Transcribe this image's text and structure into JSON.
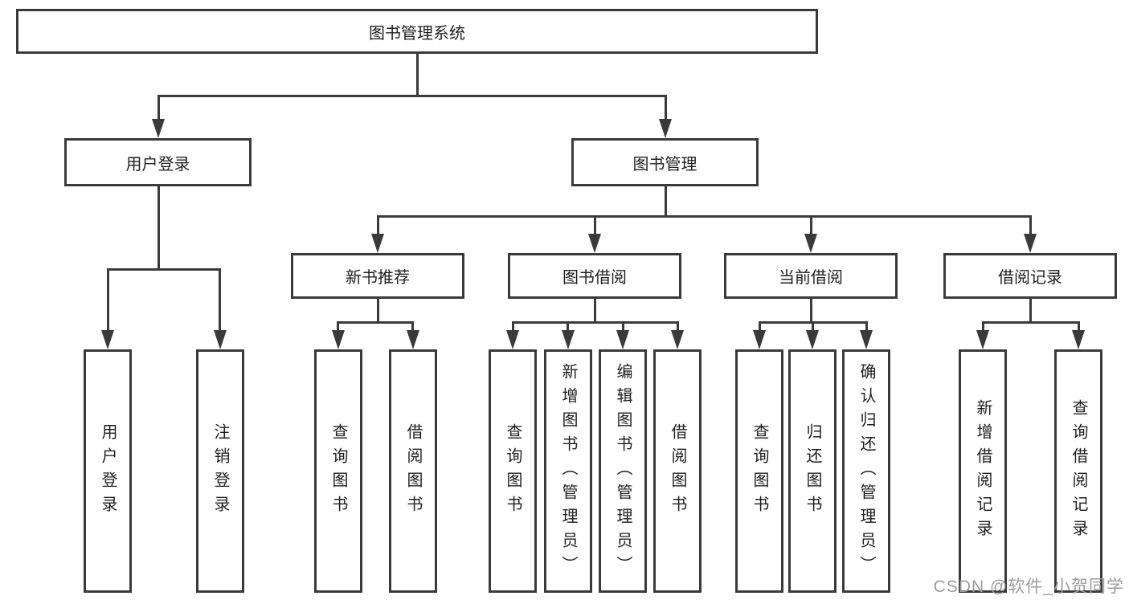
{
  "diagram": {
    "watermark": "CSDN @软件_小贺同学",
    "colors": {
      "line": "#3a3a3a",
      "text": "#1f1f1f",
      "watermark": "#9c9c9c",
      "background": "#ffffff"
    },
    "tree": {
      "label": "图书管理系统",
      "children": [
        {
          "label": "用户登录",
          "children": [
            {
              "label": "用户登录"
            },
            {
              "label": "注销登录"
            }
          ]
        },
        {
          "label": "图书管理",
          "children": [
            {
              "label": "新书推荐",
              "children": [
                {
                  "label": "查询图书"
                },
                {
                  "label": "借阅图书"
                }
              ]
            },
            {
              "label": "图书借阅",
              "children": [
                {
                  "label": "查询图书"
                },
                {
                  "label": "新增图书（管理员）"
                },
                {
                  "label": "编辑图书（管理员）"
                },
                {
                  "label": "借阅图书"
                }
              ]
            },
            {
              "label": "当前借阅",
              "children": [
                {
                  "label": "查询图书"
                },
                {
                  "label": "归还图书"
                },
                {
                  "label": "确认归还（管理员）"
                }
              ]
            },
            {
              "label": "借阅记录",
              "children": [
                {
                  "label": "新增借阅记录"
                },
                {
                  "label": "查询借阅记录"
                }
              ]
            }
          ]
        }
      ]
    }
  }
}
